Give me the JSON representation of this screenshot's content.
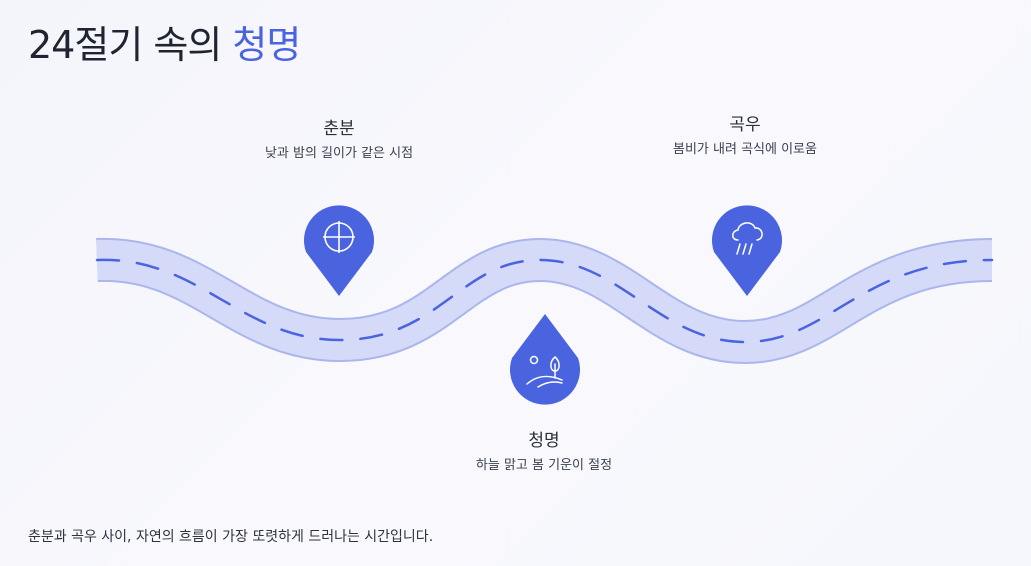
{
  "title": {
    "prefix": "24절기 속의 ",
    "highlight": "청명"
  },
  "milestones": [
    {
      "name": "춘분",
      "desc": "낮과 밤의 길이가 같은 시점",
      "icon": "crosshair-circle-icon"
    },
    {
      "name": "청명",
      "desc": "하늘 맑고 봄 기운이 절정",
      "icon": "landscape-tree-icon"
    },
    {
      "name": "곡우",
      "desc": "봄비가 내려 곡식에 이로움",
      "icon": "rain-cloud-icon"
    }
  ],
  "footer": "춘분과 곡우 사이, 자연의 흐름이 가장 또렷하게 드러나는 시간입니다.",
  "colors": {
    "accent": "#4a64e0",
    "road": "#d3d9f6",
    "road_edge": "#a9b5ec",
    "marker": "#4a64e0"
  }
}
